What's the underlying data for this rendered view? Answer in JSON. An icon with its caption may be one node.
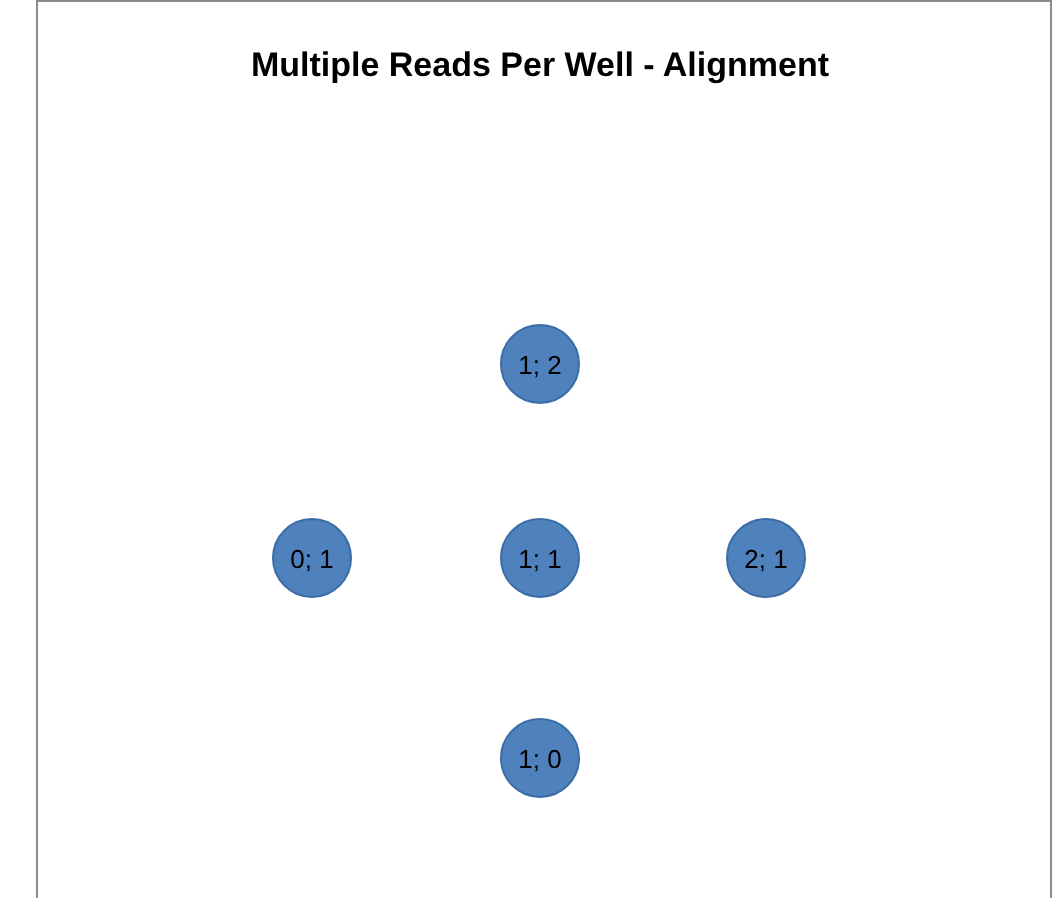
{
  "diagram": {
    "title": "Multiple Reads Per Well - Alignment",
    "nodes": [
      {
        "text": [
          "1; 2"
        ]
      },
      {
        "text": [
          "0; 1"
        ]
      },
      {
        "text": [
          "1; 1"
        ]
      },
      {
        "text": [
          "2; 1"
        ]
      },
      {
        "text": [
          "1; 0"
        ]
      }
    ],
    "edges": []
  }
}
